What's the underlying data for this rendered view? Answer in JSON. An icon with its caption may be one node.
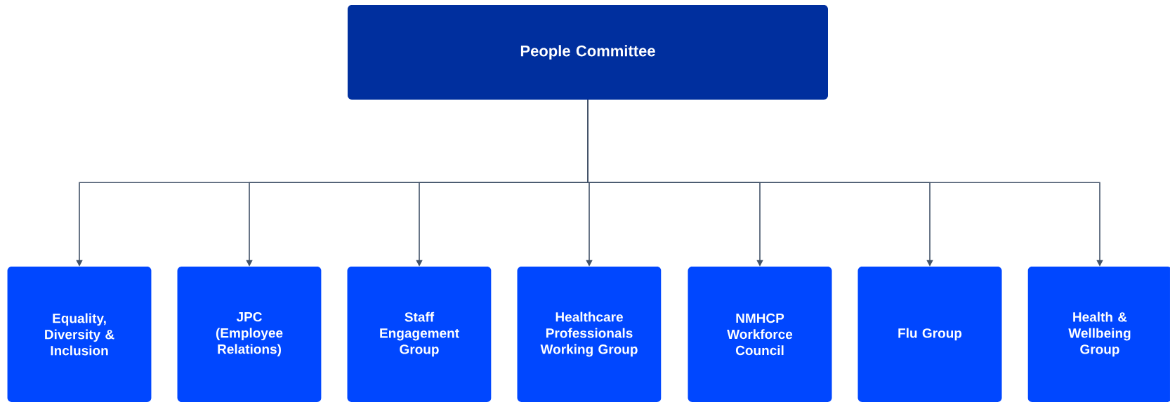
{
  "diagram": {
    "nodes": [
      {
        "text": [
          "People Committee"
        ]
      },
      {
        "text": [
          "Equality, Diversity & Inclusion"
        ]
      },
      {
        "text": [
          "JPC (Employee Relations)"
        ]
      },
      {
        "text": [
          "Staff Engagement Group"
        ]
      },
      {
        "text": [
          "Healthcare Professionals Working Group"
        ]
      },
      {
        "text": [
          "NMHCP Workforce Council"
        ]
      },
      {
        "text": [
          "Flu Group"
        ]
      },
      {
        "text": [
          "Health & Wellbeing Group"
        ]
      }
    ],
    "edges": [
      {
        "from": 0,
        "to": 1,
        "arrow": "to"
      },
      {
        "from": 0,
        "to": 2,
        "arrow": "to"
      },
      {
        "from": 0,
        "to": 3,
        "arrow": "to"
      },
      {
        "from": 0,
        "to": 4,
        "arrow": "to"
      },
      {
        "from": 0,
        "to": 5,
        "arrow": "to"
      },
      {
        "from": 0,
        "to": 6,
        "arrow": "to"
      },
      {
        "from": 0,
        "to": 7,
        "arrow": "to"
      }
    ]
  }
}
